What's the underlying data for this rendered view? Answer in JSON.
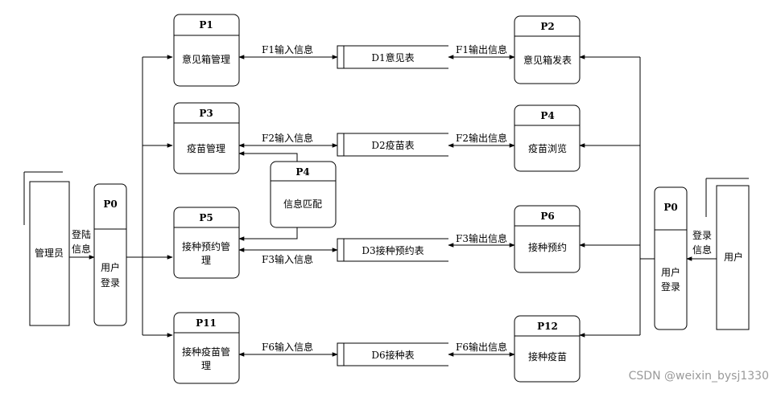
{
  "processes": {
    "p1": {
      "id": "P1",
      "name": "意见箱管理"
    },
    "p2": {
      "id": "P2",
      "name": "意见箱发表"
    },
    "p3": {
      "id": "P3",
      "name": "疫苗管理"
    },
    "p4": {
      "id": "P4",
      "name": "疫苗浏览"
    },
    "p4m": {
      "id": "P4",
      "name": "信息匹配"
    },
    "p5": {
      "id": "P5",
      "name_line1": "接种预约管",
      "name_line2": "理"
    },
    "p6": {
      "id": "P6",
      "name": "接种预约"
    },
    "p11": {
      "id": "P11",
      "name_line1": "接种疫苗管",
      "name_line2": "理"
    },
    "p12": {
      "id": "P12",
      "name": "接种疫苗"
    },
    "p0_left": {
      "id": "P0",
      "name_line1": "用户",
      "name_line2": "登录"
    },
    "p0_right": {
      "id": "P0",
      "name_line1": "用户",
      "name_line2": "登录"
    }
  },
  "stores": {
    "d1": "D1意见表",
    "d2": "D2疫苗表",
    "d3": "D3接种预约表",
    "d6": "D6接种表"
  },
  "entities": {
    "admin": "管理员",
    "user": "用户"
  },
  "flows": {
    "admin_login_1": "登陆",
    "admin_login_2": "信息",
    "user_login_1": "登录",
    "user_login_2": "信息",
    "f1_in": "F1输入信息",
    "f1_out": "F1输出信息",
    "f2_in": "F2输入信息",
    "f2_out": "F2输出信息",
    "f3_in": "F3输入信息",
    "f3_out": "F3输出信息",
    "f6_in": "F6输入信息",
    "f6_out": "F6输出信息"
  },
  "watermark": "CSDN @weixin_bysj1330"
}
